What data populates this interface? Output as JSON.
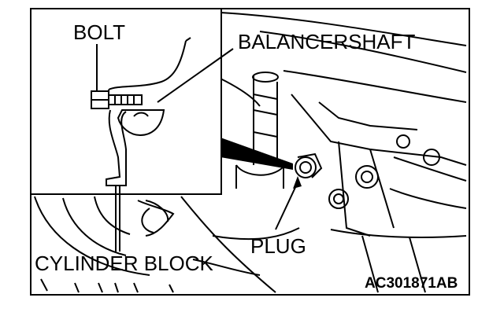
{
  "labels": {
    "bolt": "BOLT",
    "balancershaft": "BALANCERSHAFT",
    "plug": "PLUG",
    "cylinder_block": "CYLINDER BLOCK",
    "figure_code": "AC301871AB"
  }
}
